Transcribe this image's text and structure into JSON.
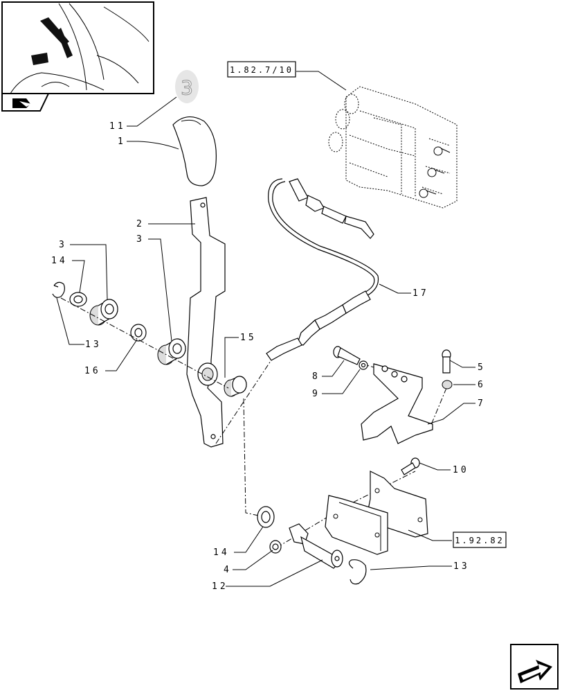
{
  "thumbnail": {
    "label": "thumbnail"
  },
  "badge": {
    "text": "3"
  },
  "references": {
    "valve_block": "1.82.7/10",
    "bracket": "1.92.82"
  },
  "callouts": {
    "c11": "11",
    "c1": "1",
    "c2": "2",
    "c3a": "3",
    "c3b": "3",
    "c14a": "14",
    "c13a": "13",
    "c16": "16",
    "c15": "15",
    "c17": "17",
    "c8": "8",
    "c9": "9",
    "c5": "5",
    "c6": "6",
    "c7": "7",
    "c10": "10",
    "c14b": "14",
    "c4": "4",
    "c12": "12",
    "c13b": "13"
  }
}
